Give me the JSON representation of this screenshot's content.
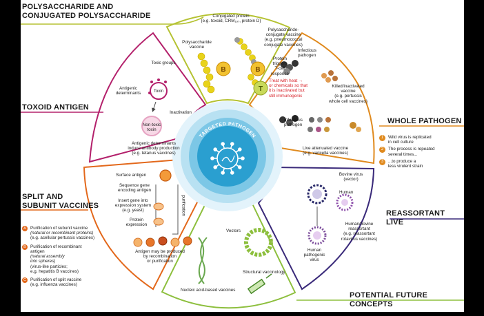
{
  "headings": {
    "polysaccharide": "POLYSACCHARIDE AND\nCONJUGATED POLYSACCHARIDE",
    "toxoid": "TOXOID ANTIGEN",
    "whole_pathogen": "WHOLE PATHOGEN",
    "split_subunit": "SPLIT AND\nSUBUNIT VACCINES",
    "reassortant": "REASSORTANT LIVE",
    "future": "POTENTIAL FUTURE CONCEPTS"
  },
  "center": {
    "label": "TARGETED PATHOGEN"
  },
  "polysaccharide_section": {
    "conjugated_protein": "Conjugated protein\n(e.g. toxoid, CRM₁₉₇, protein D)",
    "polysaccharide_vaccine": "Polysaccharide\nvaccine",
    "conjugate_vaccine": "Polysaccharide-\nconjugate vaccine\n(e.g. pneumococcal\nconjugate vaccines)",
    "protein_triggers": "Protein\ntriggers\nT-cell\nresponse",
    "b_label": "B",
    "t_label": "T"
  },
  "toxoid_section": {
    "toxic_groups": "Toxic groups",
    "toxin": "Toxin",
    "antigenic_determinants": "Antigenic\ndeterminants",
    "inactivation": "Inactivation",
    "non_toxic_toxin": "Non-toxic\ntoxin",
    "antibody_production": "Antigenic determinants\ninduce antibody production\n(e.g. tetanus vaccines)"
  },
  "whole_section": {
    "infectious_pathogen_1": "Infectious\npathogen",
    "treat_with_heat": "Treat with heat →\nor chemicals so that\nit is inactivated but\nstill immunogenic",
    "killed_inactivated": "Killed/inactivated\nvaccine\n(e.g. pertussis\nwhole cell vaccines)",
    "infectious_pathogen_2": "Infectious\npathogen",
    "live_attenuated": "Live attenuated vaccine\n(e.g. varicella vaccines)",
    "steps": [
      {
        "num": "1",
        "text": "Wild virus is replicated\nin cell culture"
      },
      {
        "num": "2",
        "text": "The process is repeated\nseveral times..."
      },
      {
        "num": "3",
        "text": "...to produce a\nless virulent strain"
      }
    ]
  },
  "split_section": {
    "surface_antigen": "Surface antigen",
    "sequence_gene": "Sequence gene\nencoding antigen",
    "insert_gene": "Insert gene into\nexpression system\n(e.g. yeast)",
    "protein_expression": "Protein\nexpression",
    "purification": "purification",
    "antigen_produced": "Antigen may be produced\nby recombination\nor purification",
    "items": [
      {
        "letter": "A",
        "main": "Purification of subunit vaccine",
        "sub": "(natural or recombinant proteins)",
        "eg": "(e.g. acellular pertussis vaccines)"
      },
      {
        "letter": "B",
        "main": "Purification of recombinant\nantigen",
        "sub": "(natural assembly\ninto spheres)",
        "eg": "(virus-like particles;\ne.g. hepatitis B vaccines)"
      },
      {
        "letter": "C",
        "main": "Purification of split vaccine",
        "sub": "",
        "eg": "(e.g. influenza vaccines)"
      }
    ]
  },
  "reassortant_section": {
    "bovine_virus": "Bovine virus\n(vector)",
    "human": "Human",
    "human_bovine": "Human/bovine\nreassortant\n(e.g. reassortant\nrotavirus vaccines)",
    "human_pathogenic": "Human\npathogenic\nvirus"
  },
  "future_section": {
    "vectors": "Vectors",
    "structural": "Structural vaccinology",
    "nucleic_acid": "Nucleic acid-based vaccines"
  },
  "colors": {
    "polysaccharide": "#b5c232",
    "toxoid": "#b3206b",
    "whole": "#e08a1e",
    "split": "#e3681b",
    "reassortant": "#3a2a7a",
    "future": "#8dbf3d",
    "center": "#2a9fd0"
  }
}
